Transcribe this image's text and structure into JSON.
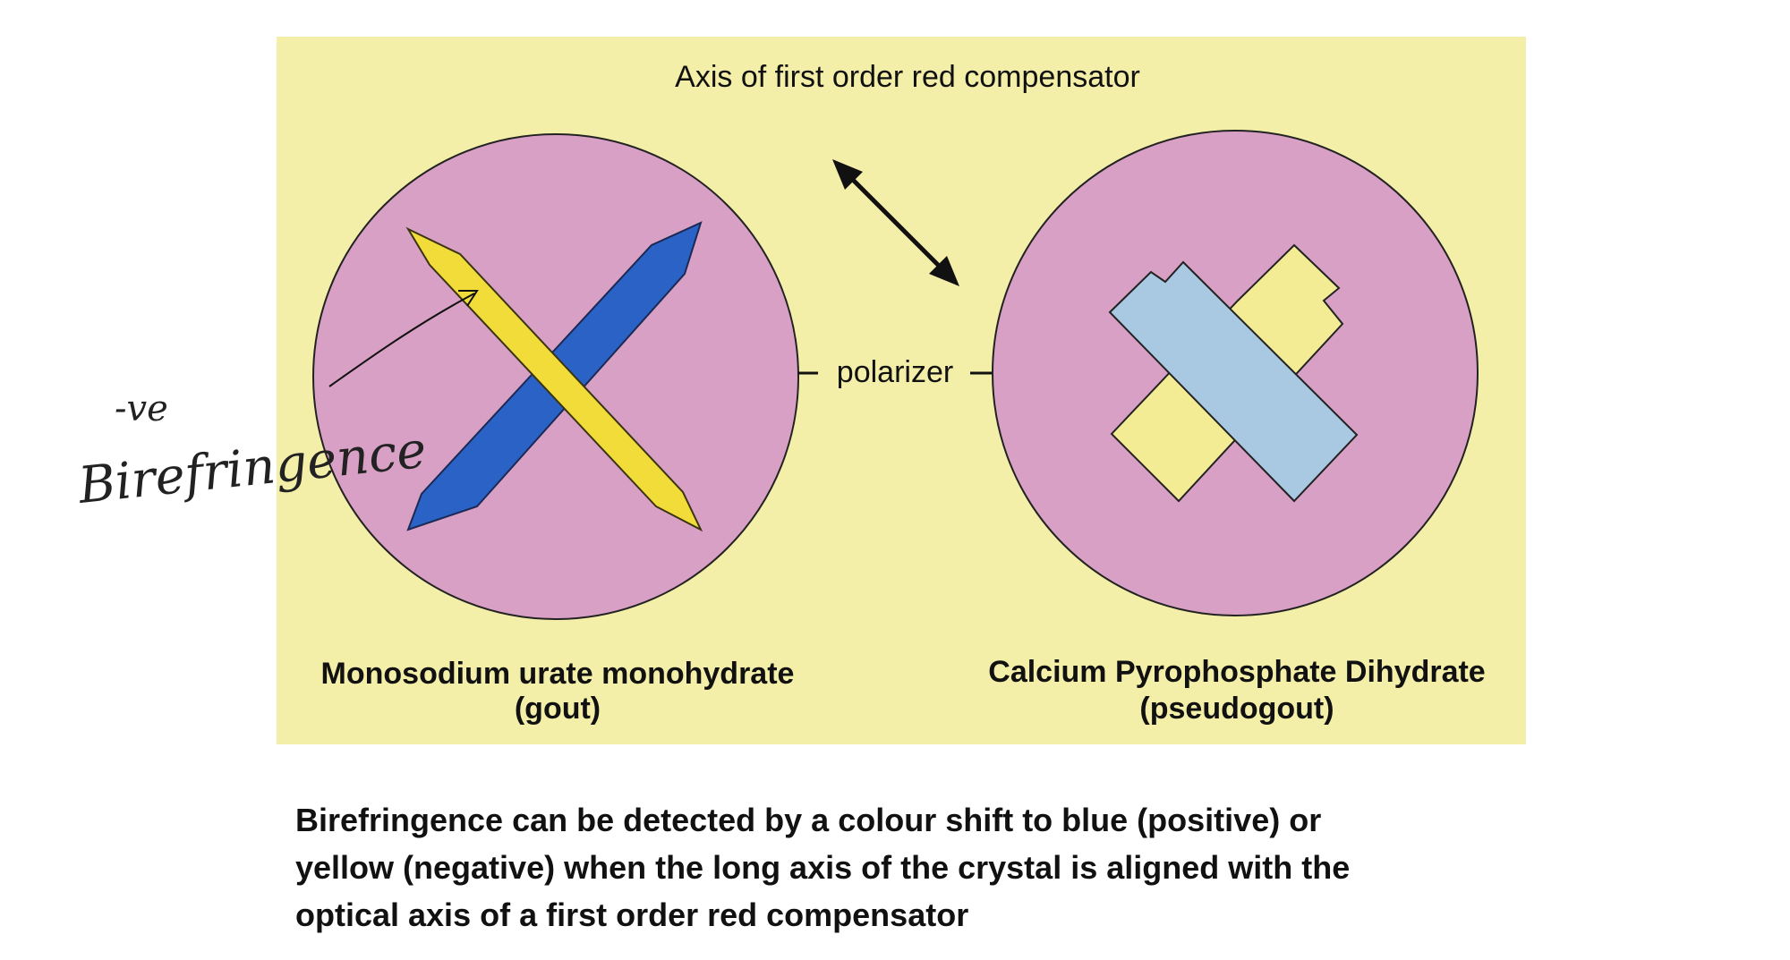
{
  "slide": {
    "figure": {
      "axis_label": "Axis of first order red compensator",
      "polarizer_label": "polarizer",
      "left_crystal": {
        "name_line1": "Monosodium urate monohydrate",
        "name_line2": "(gout)"
      },
      "right_crystal": {
        "name_line1": "Calcium Pyrophosphate Dihydrate",
        "name_line2": "(pseudogout)"
      }
    },
    "annotation": {
      "sign": "-ve",
      "word": "Birefringence"
    },
    "caption": {
      "line1": "Birefringence can be detected by a colour shift to blue (positive) or",
      "line2": "yellow (negative) when the long axis of the crystal is aligned with the",
      "line3": "optical axis of a first order red compensator"
    }
  },
  "colors": {
    "panel_background": "#f3eea8",
    "field_pink": "#d8a0c4",
    "crystal_blue": "#2a62c6",
    "crystal_yellow": "#f2dc3a",
    "crystal_light_blue": "#a9c8e2",
    "crystal_light_yellow": "#f3ec94"
  }
}
